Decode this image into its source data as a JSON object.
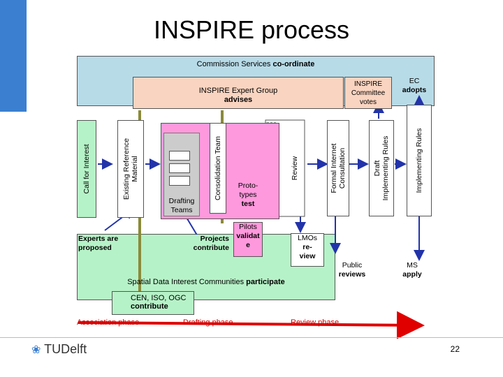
{
  "title": "INSPIRE process",
  "commission": {
    "text": "Commission Services",
    "bold": "co-ordinate"
  },
  "expert_group": {
    "line1": "INSPIRE Expert Group",
    "line2": "advises"
  },
  "committee": {
    "line1": "INSPIRE",
    "line2": "Committee",
    "line3": "votes"
  },
  "ec": {
    "line1": "EC",
    "line2": "adopts"
  },
  "vertical": {
    "call": "Call for Interest",
    "existing_line1": "Existing Reference",
    "existing_line2": "Material",
    "consolidation": "Consolidation Team",
    "review": "Review",
    "formal_line1": "Formal Internet",
    "formal_line2": "Consultation",
    "draft_ir_line1": "Draft",
    "draft_ir_line2": "Implementing Rules",
    "ir": "Implementing Rules"
  },
  "drafting": {
    "line1": "Drafting",
    "line2": "Teams"
  },
  "prototypes": {
    "line1": "Proto-",
    "line2": "types",
    "line3": "test"
  },
  "pilots": {
    "line1": "Pilots",
    "line2": "validat",
    "line3": "e"
  },
  "experts": {
    "line1": "Experts are",
    "line2": "proposed"
  },
  "projects": {
    "line1": "Projects",
    "line2": "contribute"
  },
  "lmos": {
    "line1": "LMOs",
    "line2": "re-",
    "line3": "view"
  },
  "public": {
    "line1": "Public",
    "line2": "reviews"
  },
  "ms": {
    "line1": "MS",
    "line2": "apply"
  },
  "spatial": {
    "text": "Spatial Data Interest Communities",
    "bold": "participate"
  },
  "cen": {
    "line1": "CEN, ISO, OGC",
    "line2": "contribute"
  },
  "phases": {
    "association": "Association phase",
    "drafting": "Drafting phase",
    "review": "Review phase"
  },
  "logo": "TUDelft",
  "page_number": "22",
  "colors": {
    "commission_bg": "#b8dbe8",
    "expert_bg": "#f9d4c0",
    "green": "#b6f2c7",
    "pink": "#ff99dd",
    "accent_blue": "#3a7fd0",
    "arrow_red": "#e00000"
  }
}
